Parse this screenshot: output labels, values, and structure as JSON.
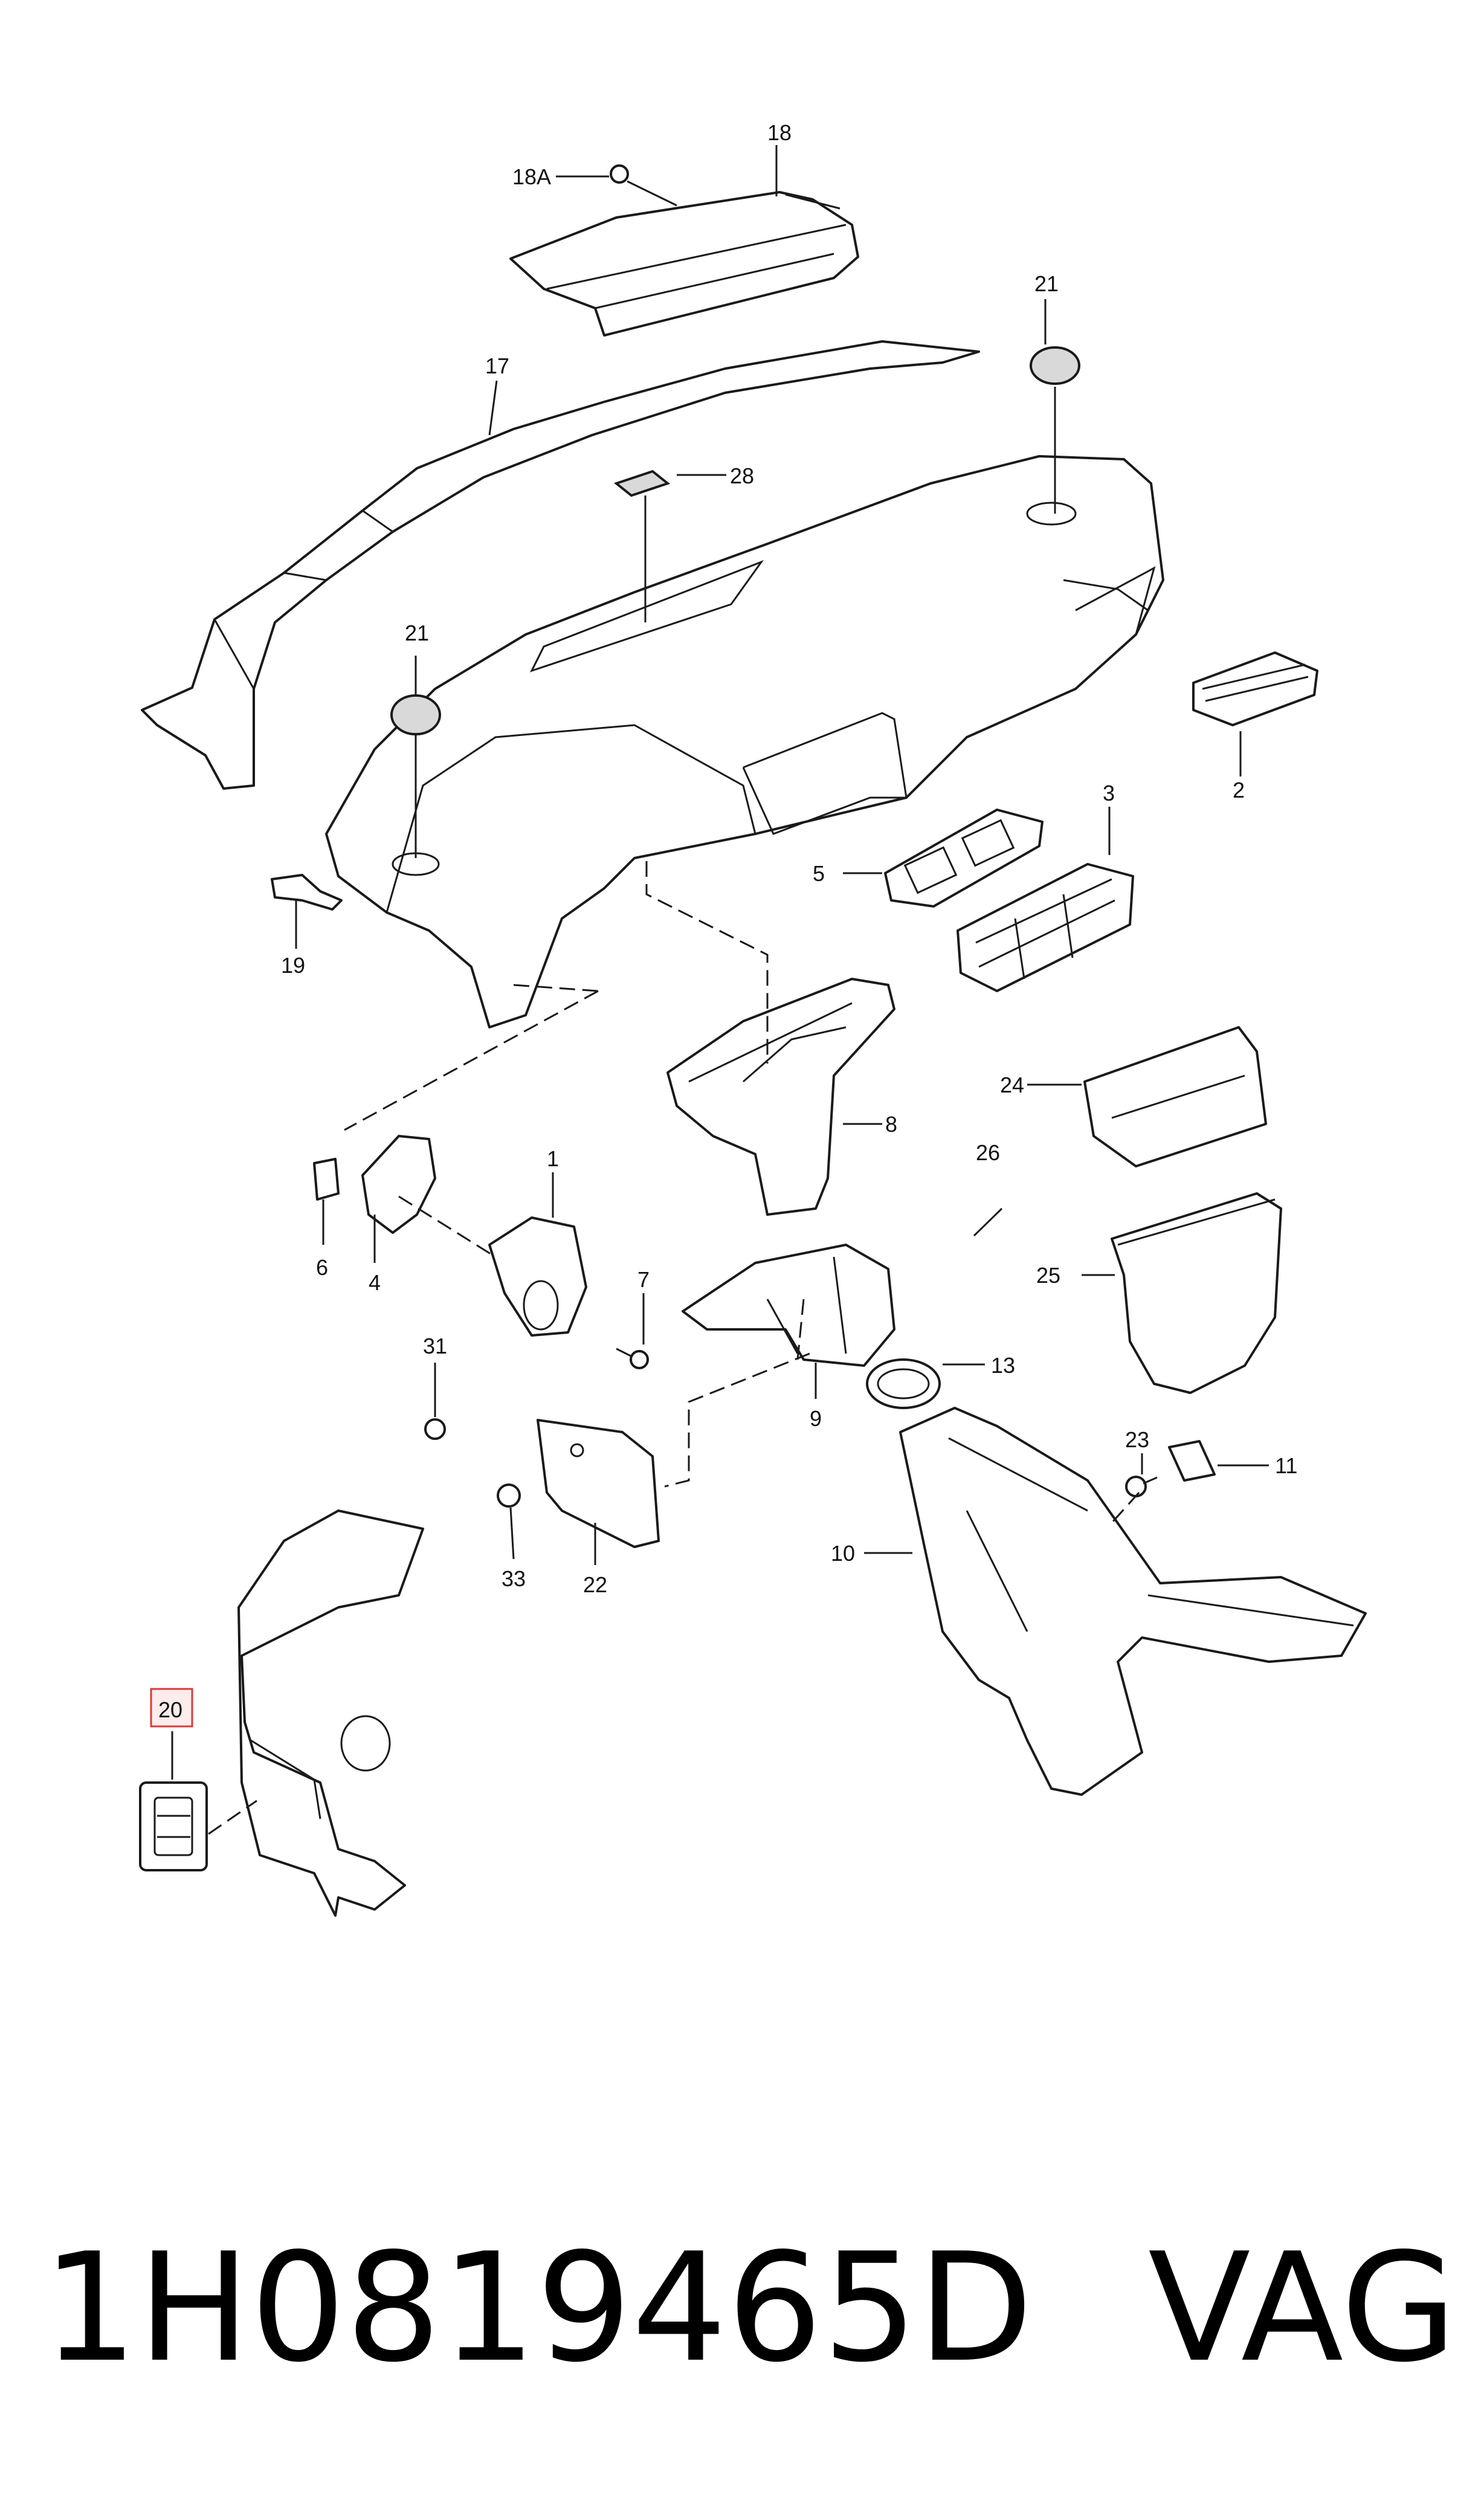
{
  "callouts": {
    "c18": "18",
    "c18a": "18A",
    "c17": "17",
    "c21a": "21",
    "c21b": "21",
    "c28": "28",
    "c2": "2",
    "c3": "3",
    "c5": "5",
    "c19": "19",
    "c8": "8",
    "c24": "24",
    "c26": "26",
    "c1": "1",
    "c6": "6",
    "c4": "4",
    "c7": "7",
    "c25": "25",
    "c31": "31",
    "c13": "13",
    "c9": "9",
    "c23": "23",
    "c11": "11",
    "c10": "10",
    "c33": "33",
    "c22": "22",
    "c20": "20"
  },
  "highlight_color": "#d93a3a",
  "caption": {
    "part_number": "1H0819465D",
    "brand": "VAG"
  }
}
